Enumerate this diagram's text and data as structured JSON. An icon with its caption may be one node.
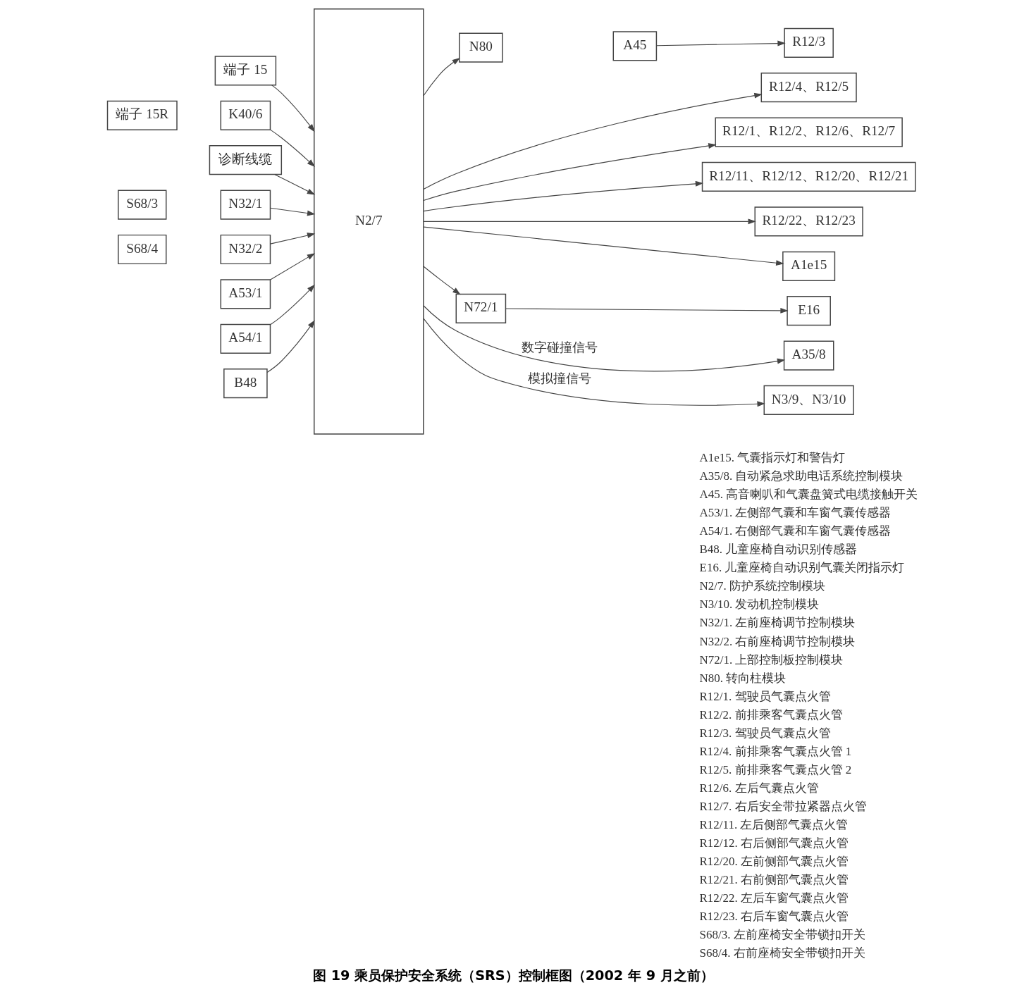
{
  "diagram": {
    "caption": "图 19 乘员保护安全系统（SRS）控制框图（2002 年 9 月之前）",
    "nodes": [
      {
        "text": [
          "端子 15"
        ]
      },
      {
        "text": [
          "端子 15R"
        ]
      },
      {
        "text": [
          "K40/6"
        ]
      },
      {
        "text": [
          "诊断线缆"
        ]
      },
      {
        "text": [
          "S68/3"
        ]
      },
      {
        "text": [
          "N32/1"
        ]
      },
      {
        "text": [
          "S68/4"
        ]
      },
      {
        "text": [
          "N32/2"
        ]
      },
      {
        "text": [
          "A53/1"
        ]
      },
      {
        "text": [
          "A54/1"
        ]
      },
      {
        "text": [
          "B48"
        ]
      },
      {
        "text": [
          "N2/7"
        ]
      },
      {
        "text": [
          "N80"
        ]
      },
      {
        "text": [
          "A45"
        ]
      },
      {
        "text": [
          "R12/3"
        ]
      },
      {
        "text": [
          "R12/4、R12/5"
        ]
      },
      {
        "text": [
          "R12/1、R12/2、R12/6、R12/7"
        ]
      },
      {
        "text": [
          "R12/11、R12/12、R12/20、R12/21"
        ]
      },
      {
        "text": [
          "R12/22、R12/23"
        ]
      },
      {
        "text": [
          "A1e15"
        ]
      },
      {
        "text": [
          "N72/1"
        ]
      },
      {
        "text": [
          "E16"
        ]
      },
      {
        "text": [
          "A35/8"
        ]
      },
      {
        "text": [
          "N3/9、N3/10"
        ]
      }
    ],
    "edges": [
      {
        "from": 0,
        "to": 11,
        "arrow": "to"
      },
      {
        "from": 2,
        "to": 11,
        "arrow": "to"
      },
      {
        "from": 3,
        "to": 11,
        "arrow": "to"
      },
      {
        "from": 5,
        "to": 11,
        "arrow": "to"
      },
      {
        "from": 7,
        "to": 11,
        "arrow": "to"
      },
      {
        "from": 8,
        "to": 11,
        "arrow": "to"
      },
      {
        "from": 9,
        "to": 11,
        "arrow": "to"
      },
      {
        "from": 10,
        "to": 11,
        "arrow": "to"
      },
      {
        "from": 11,
        "to": 12,
        "arrow": "to"
      },
      {
        "from": 13,
        "to": 14,
        "arrow": "to"
      },
      {
        "from": 11,
        "to": 15,
        "arrow": "to"
      },
      {
        "from": 11,
        "to": 16,
        "arrow": "to"
      },
      {
        "from": 11,
        "to": 17,
        "arrow": "to"
      },
      {
        "from": 11,
        "to": 18,
        "arrow": "to"
      },
      {
        "from": 11,
        "to": 19,
        "arrow": "to"
      },
      {
        "from": 11,
        "to": 20,
        "arrow": "to"
      },
      {
        "from": 20,
        "to": 21,
        "arrow": "to"
      },
      {
        "from": 11,
        "to": 22,
        "arrow": "to",
        "label": "数字碰撞信号"
      },
      {
        "from": 11,
        "to": 23,
        "arrow": "to",
        "label": "模拟撞信号"
      }
    ],
    "labels": [
      "A1e15. 气囊指示灯和警告灯",
      "A35/8. 自动紧急求助电话系统控制模块",
      "A45. 高音喇叭和气囊盘簧式电缆接触开关",
      "A53/1. 左侧部气囊和车窗气囊传感器",
      "A54/1. 右侧部气囊和车窗气囊传感器",
      "B48. 儿童座椅自动识别传感器",
      "E16. 儿童座椅自动识别气囊关闭指示灯",
      "N2/7. 防护系统控制模块",
      "N3/10. 发动机控制模块",
      "N32/1. 左前座椅调节控制模块",
      "N32/2. 右前座椅调节控制模块",
      "N72/1. 上部控制板控制模块",
      "N80. 转向柱模块",
      "R12/1. 驾驶员气囊点火管",
      "R12/2. 前排乘客气囊点火管",
      "R12/3. 驾驶员气囊点火管",
      "R12/4. 前排乘客气囊点火管 1",
      "R12/5. 前排乘客气囊点火管 2",
      "R12/6. 左后气囊点火管",
      "R12/7. 右后安全带拉紧器点火管",
      "R12/11. 左后侧部气囊点火管",
      "R12/12. 右后侧部气囊点火管",
      "R12/20. 左前侧部气囊点火管",
      "R12/21. 右前侧部气囊点火管",
      "R12/22. 左后车窗气囊点火管",
      "R12/23. 右后车窗气囊点火管",
      "S68/3. 左前座椅安全带锁扣开关",
      "S68/4. 右前座椅安全带锁扣开关"
    ]
  }
}
